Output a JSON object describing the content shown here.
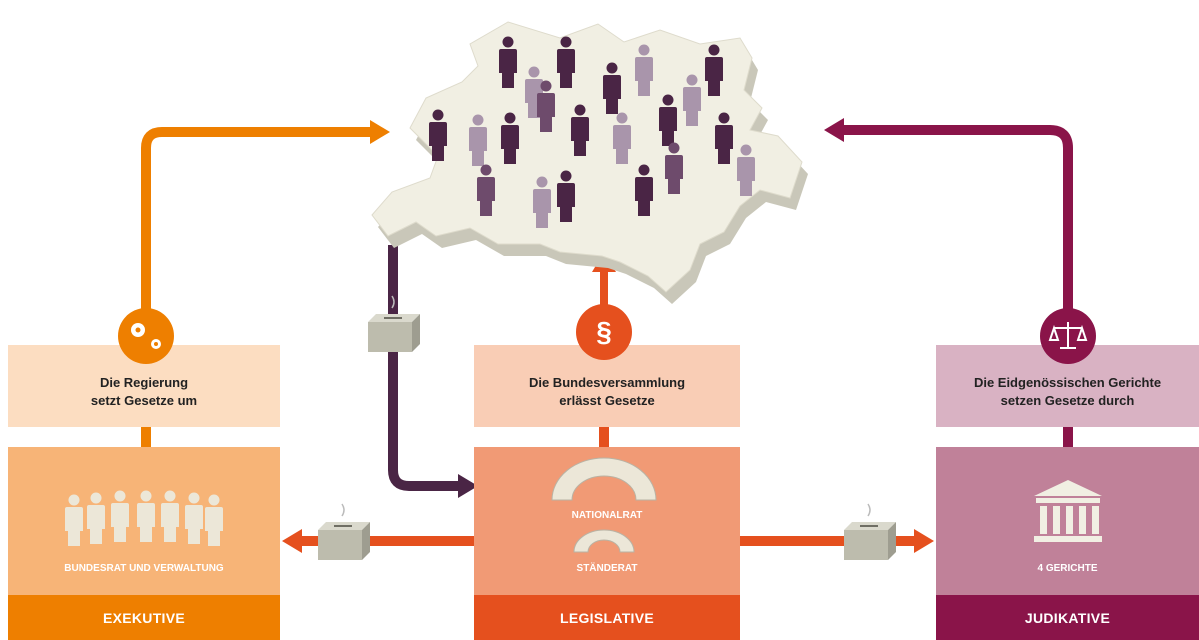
{
  "branches": {
    "executive": {
      "description_line1": "Die Regierung",
      "description_line2": "setzt Gesetze um",
      "body_label": "BUNDESRAT UND VERWALTUNG",
      "branch_label": "EXEKUTIVE",
      "icon": "gears-icon",
      "color": "#EE7F00"
    },
    "legislative": {
      "description_line1": "Die Bundesversammlung",
      "description_line2": "erlässt Gesetze",
      "chamber1_label": "NATIONALRAT",
      "chamber2_label": "STÄNDERAT",
      "branch_label": "LEGISLATIVE",
      "icon": "paragraph-icon",
      "paragraph_symbol": "§",
      "color": "#E5501E"
    },
    "judicative": {
      "description_line1": "Die Eidgenössischen Gerichte",
      "description_line2": "setzen Gesetze durch",
      "body_label": "4 GERICHTE",
      "branch_label": "JUDIKATIVE",
      "icon": "scales-icon",
      "color": "#8A1449"
    }
  },
  "colors": {
    "people_dark": "#4A2545",
    "people_light": "#A995AB",
    "map_fill": "#F1EFE3",
    "map_side": "#C9C7B9",
    "ballot_box": "#BDBCAD"
  }
}
